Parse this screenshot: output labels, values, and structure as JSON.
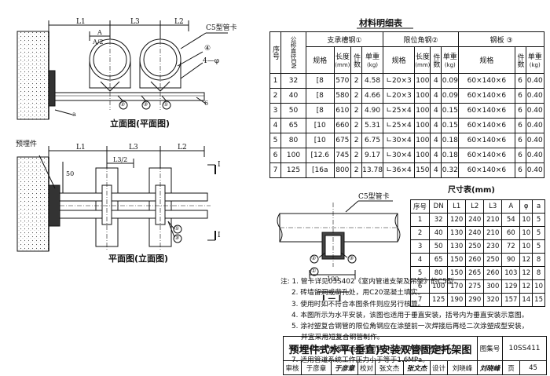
{
  "materials": {
    "title": "材料明细表",
    "head": {
      "no": "序号",
      "dn": "公称直径DN",
      "g1": "支承槽钢①",
      "g2": "限位角钢②",
      "g3": "钢板 ③",
      "spec": "规格",
      "length": "长度",
      "length_unit": "(mm)",
      "qty": "件数",
      "unit": "单重",
      "unit_unit": "(kg)"
    },
    "rows": [
      [
        "1",
        "32",
        "[8",
        "570",
        "2",
        "4.58",
        "∟20×3",
        "100",
        "4",
        "0.09",
        "60×140×6",
        "6",
        "0.40"
      ],
      [
        "2",
        "40",
        "[8",
        "580",
        "2",
        "4.66",
        "∟20×3",
        "100",
        "4",
        "0.09",
        "60×140×6",
        "6",
        "0.40"
      ],
      [
        "3",
        "50",
        "[8",
        "610",
        "2",
        "4.90",
        "∟25×4",
        "100",
        "4",
        "0.15",
        "60×140×6",
        "6",
        "0.40"
      ],
      [
        "4",
        "65",
        "[10",
        "660",
        "2",
        "5.31",
        "∟25×4",
        "100",
        "4",
        "0.15",
        "60×140×6",
        "6",
        "0.40"
      ],
      [
        "5",
        "80",
        "[10",
        "675",
        "2",
        "6.75",
        "∟30×4",
        "100",
        "4",
        "0.18",
        "60×140×6",
        "6",
        "0.40"
      ],
      [
        "6",
        "100",
        "[12.6",
        "745",
        "2",
        "9.17",
        "∟30×4",
        "100",
        "4",
        "0.18",
        "60×140×6",
        "6",
        "0.40"
      ],
      [
        "7",
        "125",
        "[16a",
        "800",
        "2",
        "13.78",
        "∟36×4",
        "150",
        "4",
        "0.32",
        "60×140×6",
        "6",
        "0.40"
      ]
    ]
  },
  "dimensions": {
    "title": "尺寸表(mm)",
    "head": [
      "序号",
      "DN",
      "L1",
      "L2",
      "L3",
      "A",
      "φ",
      "a"
    ],
    "rows": [
      [
        "1",
        "32",
        "120",
        "240",
        "210",
        "54",
        "10",
        "5"
      ],
      [
        "2",
        "40",
        "130",
        "240",
        "210",
        "60",
        "10",
        "5"
      ],
      [
        "3",
        "50",
        "130",
        "250",
        "230",
        "72",
        "10",
        "5"
      ],
      [
        "4",
        "65",
        "150",
        "260",
        "250",
        "90",
        "12",
        "8"
      ],
      [
        "5",
        "80",
        "150",
        "265",
        "260",
        "103",
        "12",
        "8"
      ],
      [
        "6",
        "100",
        "170",
        "275",
        "300",
        "129",
        "12",
        "10"
      ],
      [
        "7",
        "125",
        "190",
        "290",
        "320",
        "157",
        "14",
        "15"
      ]
    ]
  },
  "drawing": {
    "elev_title": "立面图(平面图)",
    "plan_title": "平面图(立面图)",
    "section_title": "I — I",
    "clamp_label": "C5型管卡",
    "clamp_label2": "C5型管卡",
    "embed_label": "预埋件",
    "L1": "L1",
    "L2": "L2",
    "L3": "L3",
    "L3half": "L3/2",
    "A": "A",
    "Ahalf": "A/2",
    "d50": "50",
    "d100": "100",
    "phi": "4—φ",
    "sym_a": "a",
    "sym_a2": "6",
    "c1": "①",
    "c2": "②",
    "c3": "③",
    "c4": "④",
    "sec": "I"
  },
  "notes": [
    "注: 1. 管卡详见03S402《室内管道支架及吊架》的C5型。",
    "2. 砖墙留洞或凿孔处，用C20混凝土填实。",
    "3. 使用时如不符合本图条件则应另行核算。",
    "4. 本图所示为水平安装，该图也适用于垂直安装，括号内为垂直安装示意图。",
    "5. 涂衬塑复合钢管的限位角钢应在涂塑前一次焊接后再经二次涂塑成型安装，",
    "并宜采用短复合钢管制作。",
    "6. 管卡与管道接触面处应衬垫3mm厚的橡胶圈保护。",
    "7. 适用管道系统工作压力小于等于1.6MPa。"
  ],
  "title_block": {
    "main": "预埋件式水平(垂直)安装双管固定托架图",
    "atlas_label": "图集号",
    "atlas_no": "10SS411",
    "review": "审核",
    "reviewer": "于彦章",
    "reviewer_sig": "于彦章",
    "check": "校对",
    "checker": "张文杰",
    "checker_sig": "张文杰",
    "design": "设计",
    "designer": "刘晓峰",
    "designer_sig": "刘晓峰",
    "page_label": "页",
    "page_no": "45"
  }
}
